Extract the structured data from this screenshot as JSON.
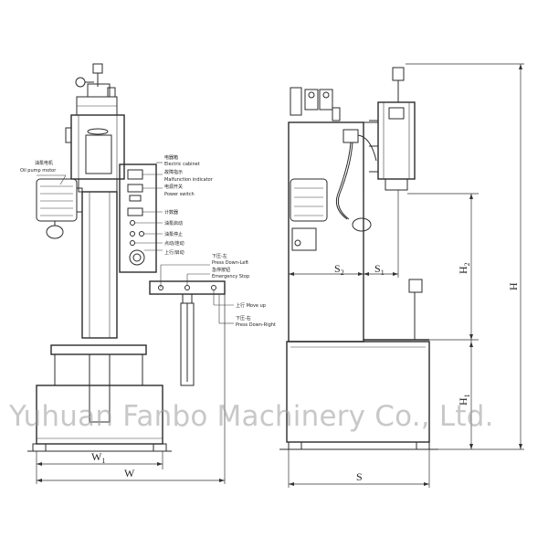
{
  "watermark": "Yuhuan Fanbo Machinery Co., Ltd.",
  "front_labels": {
    "oil_pump_cn": "油泵电机",
    "oil_pump_en": "Oil pump motor",
    "cabinet_cn": "电器箱",
    "cabinet_en": "Electric cabinet",
    "indicator_cn": "故障指示",
    "indicator_en": "Malfunction indicator",
    "power_cn": "电源开关",
    "power_en": "Power switch",
    "counter": "计数器",
    "fast_return": "油泵启动",
    "pump_stop": "油泵停止",
    "jog": "点动/连动",
    "up_move": "上行/启动",
    "press_left_cn": "下压-左",
    "press_left_en": "Press Down-Left",
    "estop_cn": "急停按钮",
    "estop_en": "Emergency Stop",
    "move_up": "上行 Move up",
    "press_right_cn": "下压-右",
    "press_right_en": "Press Down-Right"
  },
  "dimensions": {
    "W1": "W",
    "W1_sub": "1",
    "W": "W",
    "S": "S",
    "S2": "S",
    "S2_sub": "2",
    "S1": "S",
    "S1_sub": "1",
    "H": "H",
    "H2": "H",
    "H2_sub": "2",
    "H1": "H",
    "H1_sub": "1"
  }
}
